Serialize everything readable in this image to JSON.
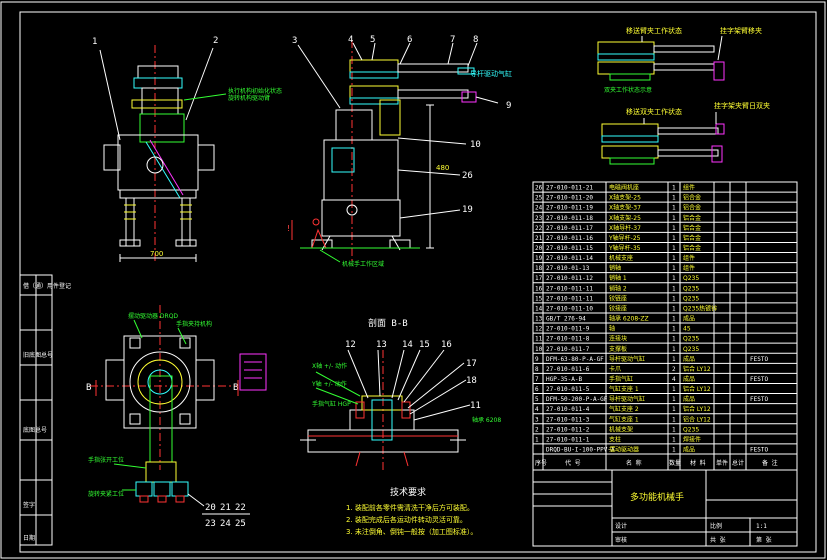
{
  "view_labels": {
    "section_bb": "剖面 B-B",
    "mark_b_left": "B",
    "mark_b_right": "B",
    "work_state_1": "移送臂夹工作状态",
    "work_state_1b": "挂字架臂移夹",
    "work_state_2": "移送双夹工作状态",
    "work_state_2b": "挂字架夹臂日双夹"
  },
  "balloons": {
    "top_left": [
      "1",
      "2"
    ],
    "top_right": [
      "3",
      "4",
      "5",
      "6",
      "7",
      "8",
      "9",
      "10",
      "26",
      "19"
    ],
    "section": [
      "12",
      "13",
      "14",
      "15",
      "16",
      "17",
      "18",
      "11"
    ],
    "bottom": [
      "20",
      "21",
      "22",
      "23",
      "24",
      "25"
    ]
  },
  "dims": {
    "front_width": "700",
    "dim_vertical": "480"
  },
  "tech_req": {
    "title": "技术要求",
    "lines": [
      "1. 装配前各零件需清洗干净后方可装配。",
      "2. 装配完成后各运动件转动灵活可靠。",
      "3. 未注倒角、倒钝一般按（加工图标准）。"
    ]
  },
  "bom": {
    "rows": [
      [
        "26",
        "27-010-011-21",
        "电磁阀机座",
        "1",
        "组件",
        ""
      ],
      [
        "25",
        "27-010-011-20",
        "X轴支架-25",
        "1",
        "铝合金",
        ""
      ],
      [
        "24",
        "27-010-011-19",
        "X轴支架-37",
        "1",
        "铝合金",
        ""
      ],
      [
        "23",
        "27-010-011-18",
        "X轴支架-25",
        "1",
        "铝合金",
        ""
      ],
      [
        "22",
        "27-010-011-17",
        "X轴导杆-37",
        "1",
        "铝合金",
        ""
      ],
      [
        "21",
        "27-010-011-16",
        "Y轴导杆-25",
        "1",
        "铝合金",
        ""
      ],
      [
        "20",
        "27-010-011-15",
        "Y轴导杆-35",
        "1",
        "铝合金",
        ""
      ],
      [
        "19",
        "27-010-011-14",
        "机械支座",
        "1",
        "组件",
        ""
      ],
      [
        "18",
        "27-010-01-13",
        "销轴",
        "1",
        "组件",
        ""
      ],
      [
        "17",
        "27-010-011-12",
        "销轴 1",
        "1",
        "Q235",
        ""
      ],
      [
        "16",
        "27-010-011-11",
        "销轴 2",
        "1",
        "Q235",
        ""
      ],
      [
        "15",
        "27-010-011-11",
        "铰链座",
        "1",
        "Q235",
        ""
      ],
      [
        "14",
        "27-010-011-10",
        "铰接座",
        "1",
        "Q235热镀锌",
        ""
      ],
      [
        "13",
        "GB/T 276-94",
        "轴承 6208-ZZ",
        "1",
        "成品",
        ""
      ],
      [
        "12",
        "27-010-011-9",
        "轴",
        "1",
        "45",
        ""
      ],
      [
        "11",
        "27-010-011-8",
        "连接块",
        "1",
        "Q235",
        ""
      ],
      [
        "10",
        "27-010-011-7",
        "支撑板",
        "1",
        "Q235",
        ""
      ],
      [
        "9",
        "DFM-63-80-P-A-GF",
        "导杆驱动气缸",
        "1",
        "成品",
        "FESTO"
      ],
      [
        "8",
        "27-010-011-6",
        "卡爪",
        "2",
        "铝合 LY12",
        ""
      ],
      [
        "7",
        "HGP-35-A-B",
        "手指气缸",
        "4",
        "成品",
        "FESTO"
      ],
      [
        "6",
        "27-010-011-5",
        "气缸支座 1",
        "1",
        "铝合 LY12",
        ""
      ],
      [
        "5",
        "DFM-50-200-P-A-GF",
        "导杆驱动气缸",
        "1",
        "成品",
        "FESTO"
      ],
      [
        "4",
        "27-010-011-4",
        "气缸支座 2",
        "1",
        "铝合 LY12",
        ""
      ],
      [
        "3",
        "27-010-011-3",
        "气缸支座 1",
        "1",
        "铝合 LY12",
        ""
      ],
      [
        "2",
        "27-010-011-2",
        "机械支架",
        "1",
        "Q235",
        ""
      ],
      [
        "1",
        "27-010-011-1",
        "支柱",
        "1",
        "焊接件",
        ""
      ],
      [
        "",
        "DRQD-BU-I-100-PPV-A",
        "摆动驱动器",
        "1",
        "成品",
        "FESTO"
      ]
    ],
    "header": [
      "序号",
      "代 号",
      "名 称",
      "数量",
      "材 料",
      "单件",
      "总计",
      "备 注"
    ]
  },
  "title_block": {
    "drawing_title": "多功能机械手",
    "label_design": "设计",
    "label_check": "审核",
    "label_scale": "比例",
    "scale_value": "1:1",
    "label_sheet": "共 张",
    "label_sheet2": "第 张"
  },
  "left_strip": {
    "items": [
      "借（通）用件登记",
      "",
      "旧底图总号",
      "",
      "底图总号",
      "",
      "签字",
      "日期"
    ]
  },
  "annotations": {
    "a1": "执行机构初始化状态",
    "a2": "旋转机构驱动臂",
    "a3": "摆动驱动器 DRQD",
    "a4": "手指夹持机构",
    "a5": "机械手工作区域",
    "a6": "手指张开工位",
    "a7": "旋转夹紧工位",
    "a8": "导杆驱动气缸",
    "a9": "双夹工作状态示意",
    "a10": "X轴 +/- 动作",
    "a11": "Y轴 +/- 动作",
    "a12": "手指气缸 HGP",
    "a13": "轴承 6208"
  },
  "colors": {
    "background": "#000000",
    "line": "#ffffff",
    "part_yellow": "#ffff33",
    "part_cyan": "#33ffff",
    "part_red": "#ff3333",
    "part_green": "#33ff33",
    "part_magenta": "#ff33ff"
  }
}
